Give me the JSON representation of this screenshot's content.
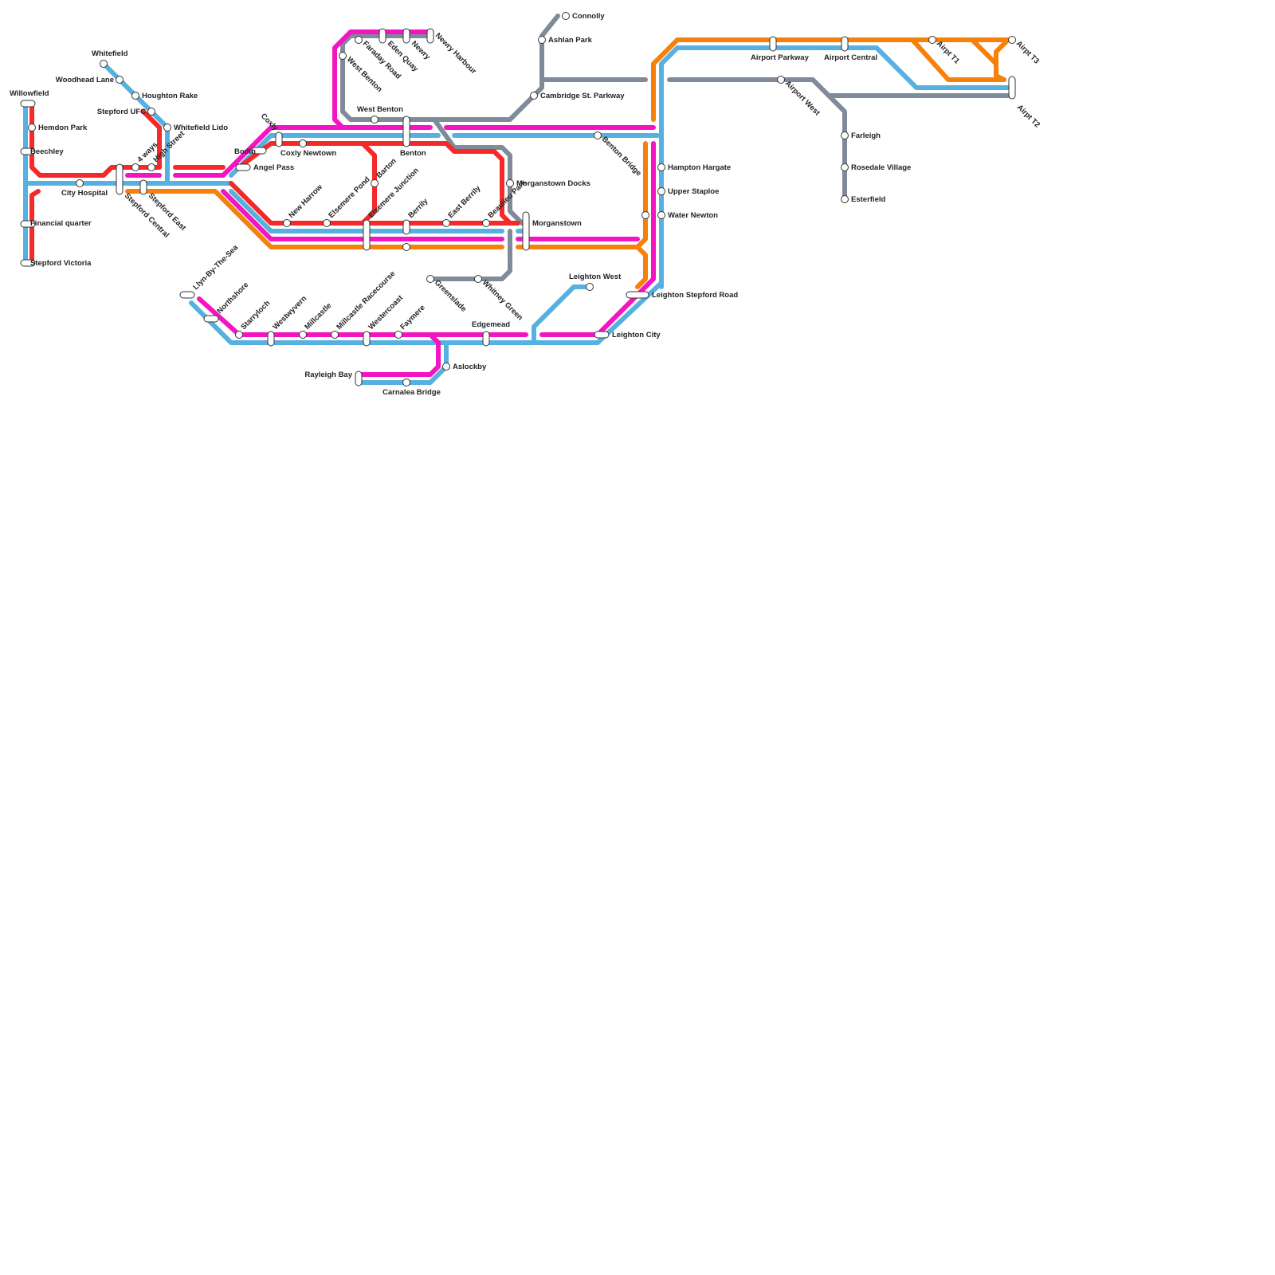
{
  "colors": {
    "red": "#f5282a",
    "blue": "#56b0e0",
    "magenta": "#f514c2",
    "orange": "#f7800a",
    "grey": "#7f8b99"
  },
  "stations": [
    {
      "id": "willowfield",
      "label": "Willowfield"
    },
    {
      "id": "hemdon-park",
      "label": "Hemdon Park"
    },
    {
      "id": "beechley",
      "label": "Beechley"
    },
    {
      "id": "financial-quarter",
      "label": "Financial quarter"
    },
    {
      "id": "stepford-victoria",
      "label": "Stepford Victoria"
    },
    {
      "id": "city-hospital",
      "label": "City Hospital"
    },
    {
      "id": "whitefield",
      "label": "Whitefield"
    },
    {
      "id": "woodhead-lane",
      "label": "Woodhead Lane"
    },
    {
      "id": "houghton-rake",
      "label": "Houghton Rake"
    },
    {
      "id": "stepford-ufc",
      "label": "Stepford UFC"
    },
    {
      "id": "whitefield-lido",
      "label": "Whitefield Lido"
    },
    {
      "id": "4-ways",
      "label": "4 ways"
    },
    {
      "id": "high-street",
      "label": "High Street"
    },
    {
      "id": "stepford-central",
      "label": "Stepford Central"
    },
    {
      "id": "stepford-east",
      "label": "Stepford East"
    },
    {
      "id": "bodin",
      "label": "Bodin"
    },
    {
      "id": "angel-pass",
      "label": "Angel Pass"
    },
    {
      "id": "coxly",
      "label": "Coxly"
    },
    {
      "id": "coxly-newtown",
      "label": "Coxly Newtown"
    },
    {
      "id": "new-harrow",
      "label": "New Harrow"
    },
    {
      "id": "elsemere-pond",
      "label": "Elsemere Pond"
    },
    {
      "id": "elsemere-junction",
      "label": "Elsemere Junction"
    },
    {
      "id": "barton",
      "label": "Barton"
    },
    {
      "id": "berrily",
      "label": "Berrily"
    },
    {
      "id": "east-berrily",
      "label": "East Berrily"
    },
    {
      "id": "beaulieu-park",
      "label": "Beaulieu Park"
    },
    {
      "id": "morganstown-docks",
      "label": "Morganstown Docks"
    },
    {
      "id": "morganstown",
      "label": "Morganstown"
    },
    {
      "id": "west-benton",
      "label": "West Benton"
    },
    {
      "id": "west-benton-platform",
      "label": "West Benton"
    },
    {
      "id": "faraday-road",
      "label": "Faraday Road"
    },
    {
      "id": "eden-quay",
      "label": "Eden Quay"
    },
    {
      "id": "newry",
      "label": "Newry"
    },
    {
      "id": "newry-harbour",
      "label": "Newry Harbour"
    },
    {
      "id": "benton",
      "label": "Benton"
    },
    {
      "id": "connolly",
      "label": "Connolly"
    },
    {
      "id": "ashlan-park",
      "label": "Ashlan Park"
    },
    {
      "id": "cambridge-st-parkway",
      "label": "Cambridge St. Parkway"
    },
    {
      "id": "benton-bridge",
      "label": "Benton Bridge"
    },
    {
      "id": "hampton-hargate",
      "label": "Hampton Hargate"
    },
    {
      "id": "upper-staploe",
      "label": "Upper Staploe"
    },
    {
      "id": "water-newton",
      "label": "Water Newton"
    },
    {
      "id": "leighton-stepford-road",
      "label": "Leighton Stepford Road"
    },
    {
      "id": "leighton-city",
      "label": "Leighton City"
    },
    {
      "id": "leighton-west",
      "label": "Leighton West"
    },
    {
      "id": "greenslade",
      "label": "Greenslade"
    },
    {
      "id": "whitney-green",
      "label": "Whitney Green"
    },
    {
      "id": "edgemead",
      "label": "Edgemead"
    },
    {
      "id": "aslockby",
      "label": "Aslockby"
    },
    {
      "id": "carnalea-bridge",
      "label": "Carnalea Bridge"
    },
    {
      "id": "rayleigh-bay",
      "label": "Rayleigh Bay"
    },
    {
      "id": "faymere",
      "label": "Faymere"
    },
    {
      "id": "westercoast",
      "label": "Westercoast"
    },
    {
      "id": "millcastle-racecourse",
      "label": "Millcastle Racecourse"
    },
    {
      "id": "millcastle",
      "label": "Millcastle"
    },
    {
      "id": "westwyvern",
      "label": "Westwyvern"
    },
    {
      "id": "starryloch",
      "label": "Starryloch"
    },
    {
      "id": "northshore",
      "label": "Northshore"
    },
    {
      "id": "llyn-by-the-sea",
      "label": "Llyn-By-The-Sea"
    },
    {
      "id": "airport-parkway",
      "label": "Airport Parkway"
    },
    {
      "id": "airport-central",
      "label": "Airport Central"
    },
    {
      "id": "airport-west",
      "label": "Airport West"
    },
    {
      "id": "farleigh",
      "label": "Farleigh"
    },
    {
      "id": "rosedale-village",
      "label": "Rosedale Village"
    },
    {
      "id": "esterfield",
      "label": "Esterfield"
    },
    {
      "id": "airpt-t1",
      "label": "Airpt T1"
    },
    {
      "id": "airpt-t2",
      "label": "Airpt T2"
    },
    {
      "id": "airpt-t3",
      "label": "Airpt T3"
    }
  ]
}
